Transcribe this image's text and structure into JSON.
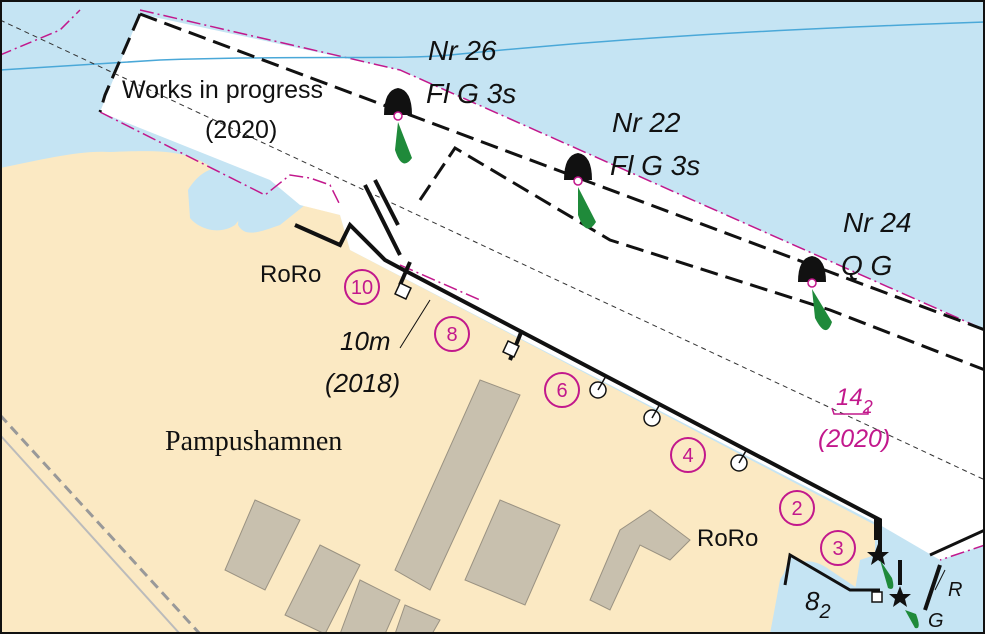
{
  "map": {
    "works_label": "Works in progress",
    "works_year": "(2020)",
    "harbour_name": "Pampushamnen",
    "roro_west": "RoRo",
    "roro_east": "RoRo",
    "depth_quay": "10m",
    "depth_quay_year": "(2018)",
    "depth_fairway_main": "14",
    "depth_fairway_sub": "2",
    "depth_fairway_year": "(2020)",
    "depth_se_main": "8",
    "depth_se_sub": "2",
    "light_r": "R",
    "light_g": "G",
    "berths": [
      "10",
      "8",
      "6",
      "4",
      "2",
      "3"
    ],
    "buoys": [
      {
        "name": "Nr 26",
        "light": "Fl G 3s"
      },
      {
        "name": "Nr 22",
        "light": "Fl G 3s"
      },
      {
        "name": "Nr 24",
        "light": "Q G"
      }
    ],
    "colors": {
      "water": "#c5e4f3",
      "land": "#fbe9c3",
      "building": "#c8c0ae",
      "magenta": "#c2188c",
      "light_green": "#1f8a3a"
    }
  }
}
